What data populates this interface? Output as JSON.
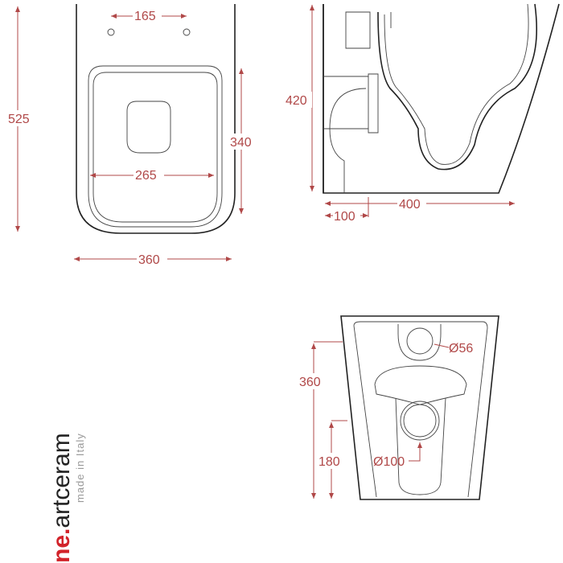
{
  "dimensions": {
    "front_height": "525",
    "front_top_holes": "165",
    "front_seat_width": "265",
    "front_seat_height": "340",
    "front_width": "360",
    "side_height": "420",
    "side_depth": "400",
    "side_outlet": "100",
    "back_height": "360",
    "back_outlet_height": "180",
    "back_inlet_diameter": "Ø56",
    "back_outlet_diameter": "Ø100"
  },
  "logo": {
    "prefix": "ne.",
    "brand": "artceram",
    "tagline": "made in Italy"
  },
  "colors": {
    "dimension": "#b04848",
    "outline": "#222222",
    "logo_accent": "#d2232a"
  }
}
